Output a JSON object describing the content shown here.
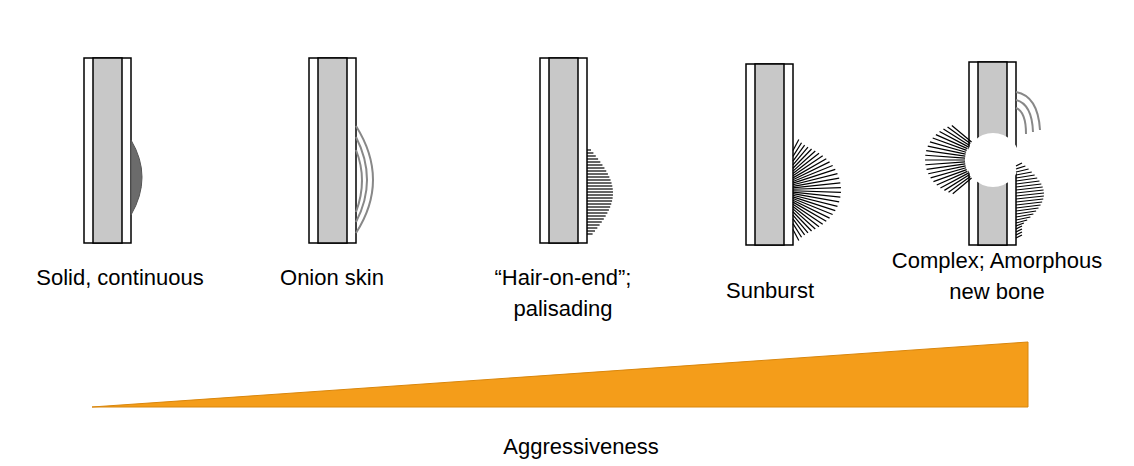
{
  "diagram": {
    "labels": [
      "Solid, continuous",
      "Onion skin",
      "“Hair-on-end”; palisading",
      "Sunburst",
      "Complex; Amorphous new bone",
      "Aggressiveness"
    ]
  }
}
